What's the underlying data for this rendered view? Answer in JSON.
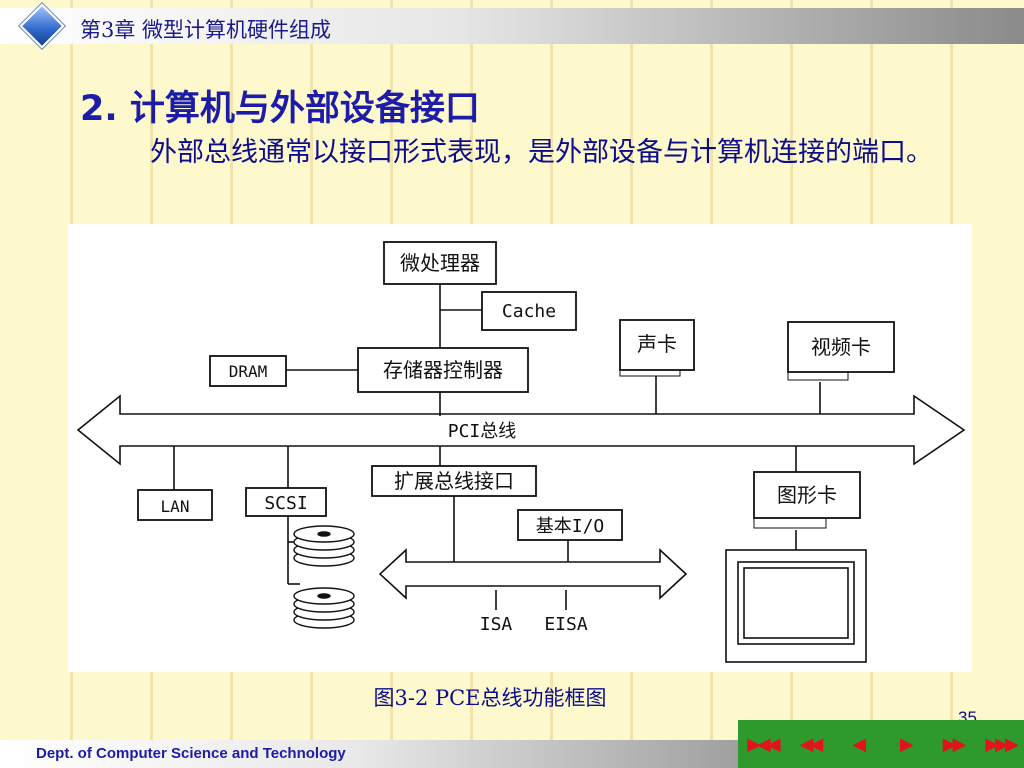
{
  "header": {
    "chapter": "第3章  微型计算机硬件组成"
  },
  "slide": {
    "title": "2. 计算机与外部设备接口",
    "body": "外部总线通常以接口形式表现，是外部设备与计算机连接的端口。",
    "caption": "图3-2 PCE总线功能框图",
    "page_number": "35"
  },
  "diagram": {
    "cpu": "微处理器",
    "cache": "Cache",
    "memctrl": "存储器控制器",
    "dram": "DRAM",
    "sound": "声卡",
    "video": "视频卡",
    "pci": "PCI总线",
    "lan": "LAN",
    "scsi": "SCSI",
    "expand": "扩展总线接口",
    "basic_io": "基本I/O",
    "graphics": "图形卡",
    "isa": "ISA",
    "eisa": "EISA"
  },
  "footer": {
    "dept": "Dept. of Computer Science and Technology"
  },
  "nav": {
    "first": "▶◀◀",
    "prev_fast": "◀◀",
    "prev": "◀",
    "next": "▶",
    "next_fast": "▶▶",
    "last": "▶▶▶"
  }
}
